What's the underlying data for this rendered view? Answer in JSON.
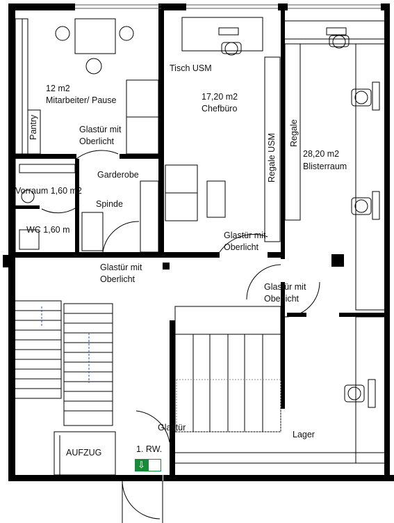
{
  "rooms": {
    "mitarbeiter_area": "12 m2",
    "mitarbeiter_name": "Mitarbeiter/ Pause",
    "chefbuero_area": "17,20 m2",
    "chefbuero_name": "Chefbüro",
    "blisterraum_area": "28,20 m2",
    "blisterraum_name": "Blisterraum",
    "vorraum": "Vorraum 1,60 m2",
    "wc": "WC 1,60 m",
    "garderobe": "Garderobe",
    "spinde": "Spinde",
    "lager": "Lager",
    "aufzug": "AUFZUG",
    "pantry": "Pantry"
  },
  "furniture": {
    "tisch_usm": "Tisch USM",
    "regale_usm": "Regale USM",
    "regale": "Regale"
  },
  "doors": {
    "glastuer_oberlicht_line1": "Glastür mit",
    "glastuer_oberlicht_line2": "Oberlicht",
    "glastuer": "Glastür"
  },
  "escape": {
    "route_label": "1. RW.",
    "sign_icon": "emergency-exit-icon",
    "sign_color": "#1a8a3a"
  }
}
